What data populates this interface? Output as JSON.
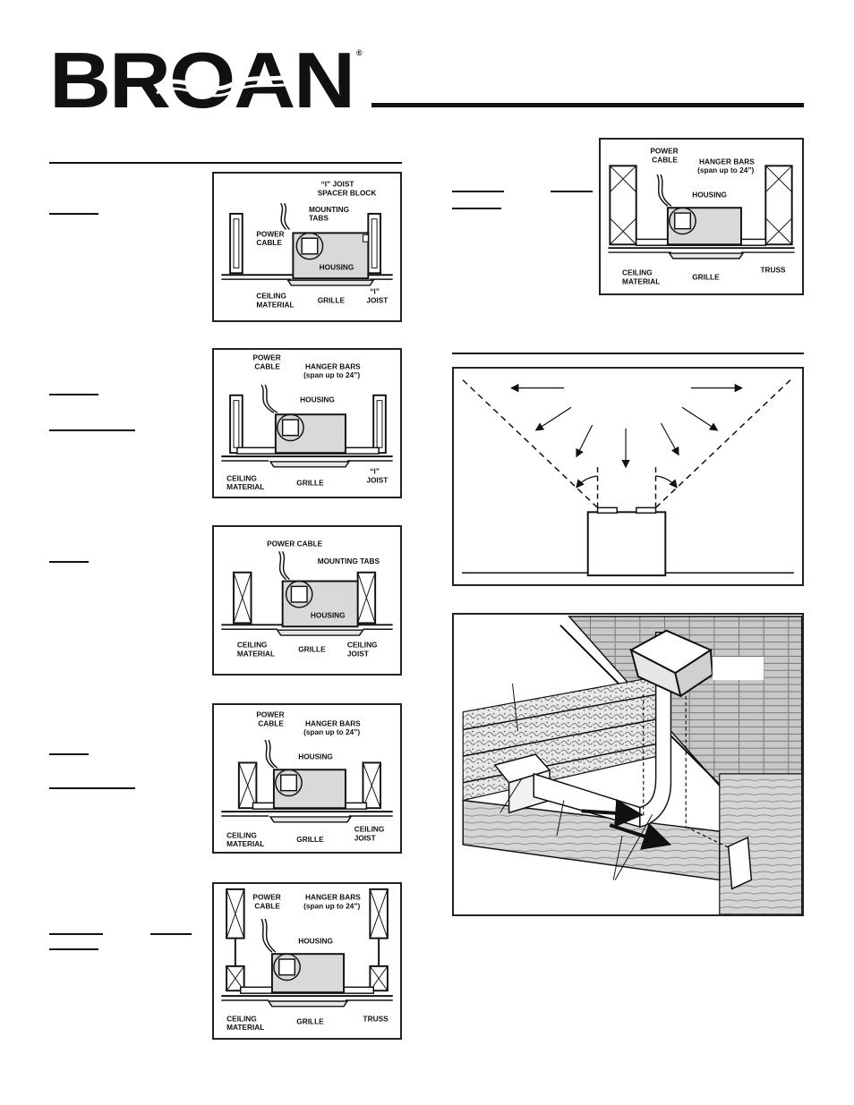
{
  "brand": {
    "name": "BROAN",
    "registered": "®"
  },
  "figures": {
    "fig1": {
      "labels": {
        "spacer": "“I” JOIST",
        "spacer2": "SPACER BLOCK",
        "tabs": "MOUNTING",
        "tabs2": "TABS",
        "power": "POWER",
        "power2": "CABLE",
        "housing": "HOUSING",
        "ceiling": "CEILING",
        "ceiling2": "MATERIAL",
        "grille": "GRILLE",
        "joist": "“I”",
        "joist2": "JOIST"
      }
    },
    "fig2": {
      "labels": {
        "power": "POWER",
        "power2": "CABLE",
        "hanger": "HANGER BARS",
        "hanger2": "(span up to 24”)",
        "housing": "HOUSING",
        "ceiling": "CEILING",
        "ceiling2": "MATERIAL",
        "grille": "GRILLE",
        "joist": "“I”",
        "joist2": "JOIST"
      }
    },
    "fig3": {
      "labels": {
        "power": "POWER CABLE",
        "tabs": "MOUNTING TABS",
        "housing": "HOUSING",
        "ceiling": "CEILING",
        "ceiling2": "MATERIAL",
        "grille": "GRILLE",
        "joist": "CEILING",
        "joist2": "JOIST"
      }
    },
    "fig4": {
      "labels": {
        "power": "POWER",
        "power2": "CABLE",
        "hanger": "HANGER BARS",
        "hanger2": "(span up to 24”)",
        "housing": "HOUSING",
        "ceiling": "CEILING",
        "ceiling2": "MATERIAL",
        "grille": "GRILLE",
        "joist": "CEILING",
        "joist2": "JOIST"
      }
    },
    "fig5": {
      "labels": {
        "power": "POWER",
        "power2": "CABLE",
        "hanger": "HANGER BARS",
        "hanger2": "(span up to 24”)",
        "housing": "HOUSING",
        "ceiling": "CEILING",
        "ceiling2": "MATERIAL",
        "grille": "GRILLE",
        "truss": "TRUSS"
      }
    },
    "fig6": {
      "labels": {
        "power": "POWER",
        "power2": "CABLE",
        "hanger": "HANGER BARS",
        "hanger2": "(span up to 24”)",
        "housing": "HOUSING",
        "ceiling": "CEILING",
        "ceiling2": "MATERIAL",
        "grille": "GRILLE",
        "truss": "TRUSS"
      }
    }
  },
  "colors": {
    "ink": "#111111",
    "housing_fill": "#d9d9d9",
    "grille_fill": "#e6e6e6",
    "roof_fill": "#bdbdbd"
  }
}
